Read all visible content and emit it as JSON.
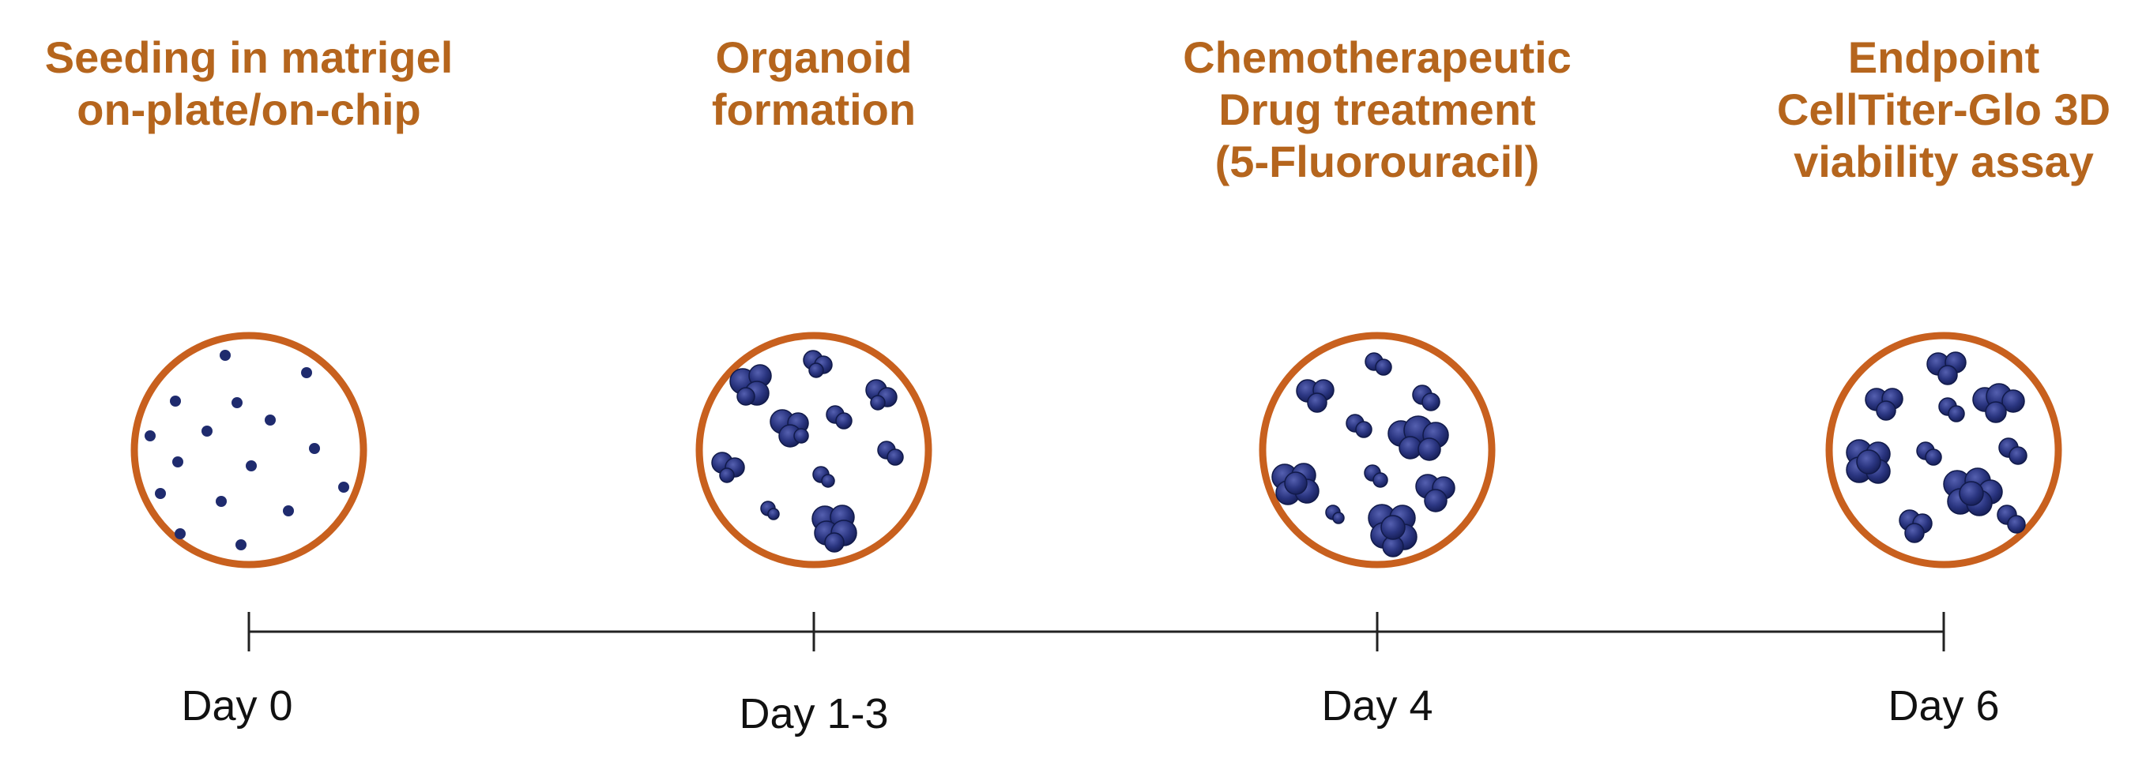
{
  "stages": [
    {
      "title": "Seeding in matrigel\non-plate/on-chip",
      "day": "Day 0"
    },
    {
      "title": "Organoid\nformation",
      "day": "Day 1-3"
    },
    {
      "title": "Chemotherapeutic\nDrug  treatment\n(5-Fluorouracil)",
      "day": "Day 4"
    },
    {
      "title": "Endpoint\nCellTiter-Glo  3D\nviability  assay",
      "day": "Day 6"
    }
  ],
  "colors": {
    "title_text": "#b5651d",
    "well_outline": "#c8601e",
    "cell_fill": "#1f2b6e",
    "timeline": "#222222"
  }
}
